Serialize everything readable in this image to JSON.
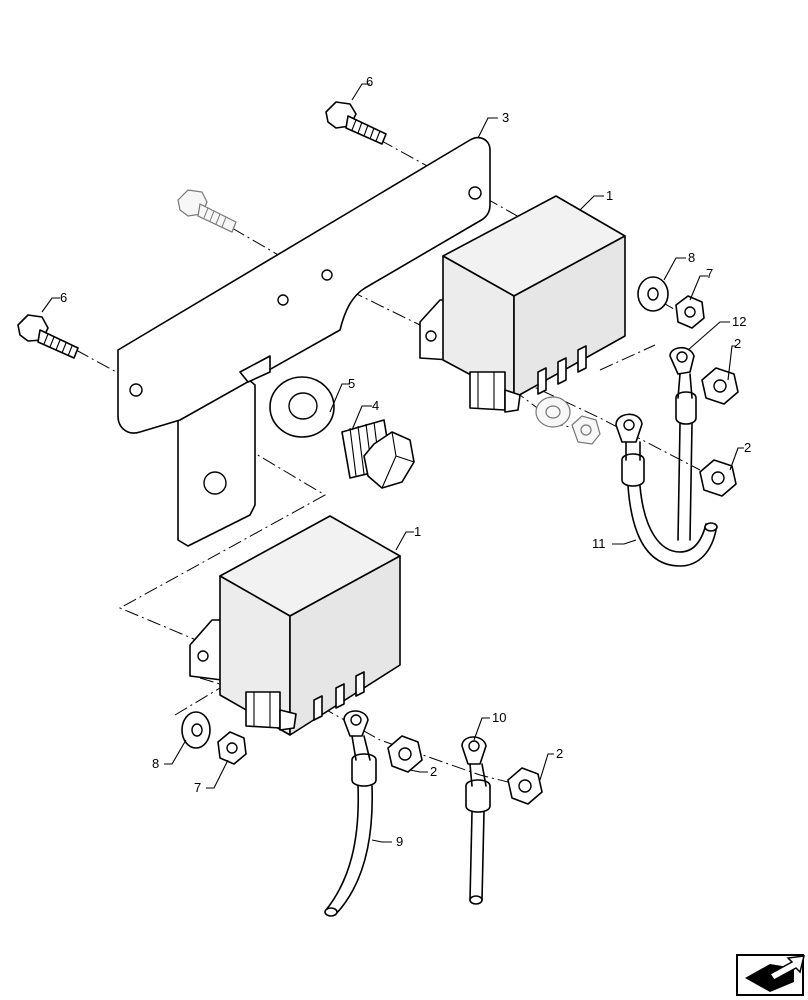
{
  "callouts": {
    "c1_upper": "1",
    "c1_lower": "1",
    "c2_a": "2",
    "c2_b": "2",
    "c2_c": "2",
    "c2_d": "2",
    "c3": "3",
    "c4": "4",
    "c5": "5",
    "c6_top": "6",
    "c6_left": "6",
    "c7_upper": "7",
    "c7_lower": "7",
    "c8_upper": "8",
    "c8_lower": "8",
    "c9": "9",
    "c10": "10",
    "c11": "11",
    "c12": "12"
  },
  "nav": {
    "icon": "next-page-arrow-icon"
  }
}
